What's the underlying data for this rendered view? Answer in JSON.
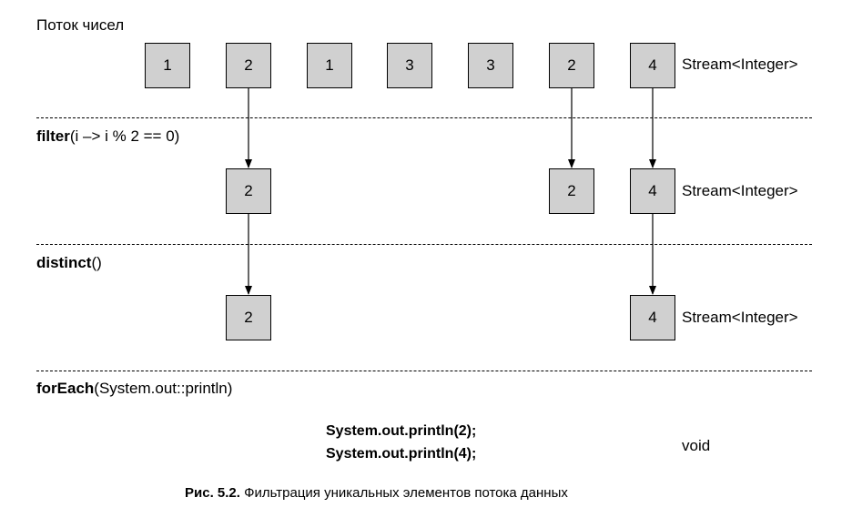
{
  "header": {
    "title": "Поток чисел"
  },
  "stages": [
    {
      "values": [
        "1",
        "2",
        "1",
        "3",
        "3",
        "2",
        "4"
      ],
      "type_label": "Stream<Integer>"
    },
    {
      "values": [
        "2",
        "2",
        "4"
      ],
      "type_label": "Stream<Integer>"
    },
    {
      "values": [
        "2",
        "4"
      ],
      "type_label": "Stream<Integer>"
    }
  ],
  "operations": [
    {
      "name": "filter",
      "args": "(i –> i % 2 == 0)"
    },
    {
      "name": "distinct",
      "args": "()"
    },
    {
      "name": "forEach",
      "args": "(System.out::println)"
    }
  ],
  "output": {
    "lines": [
      "System.out.println(2);",
      "System.out.println(4);"
    ],
    "type_label": "void"
  },
  "caption": {
    "prefix": "Рис. 5.2.",
    "text": " Фильтрация уникальных элементов потока данных"
  }
}
